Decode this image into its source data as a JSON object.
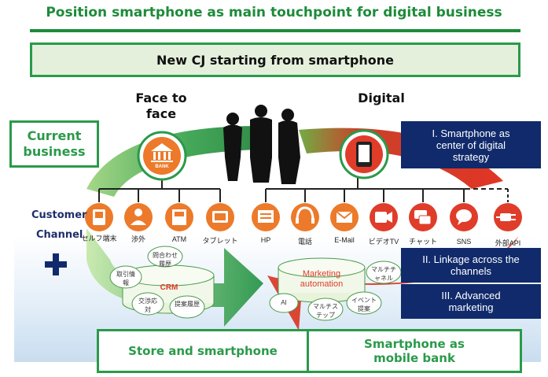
{
  "title": "Position smartphone as main touchpoint for digital business",
  "subtitle": "New CJ starting from smartphone",
  "current_business": "Current business",
  "face_to_face": "Face to face",
  "digital": "Digital",
  "customer": "Customer",
  "channel": "Channel",
  "bank_sign": "BANK",
  "strategy_boxes": [
    {
      "label": "I. Smartphone as center of digital strategy"
    },
    {
      "label": "II. Linkage across the channels"
    },
    {
      "label": "III. Advanced marketing"
    }
  ],
  "channels": [
    {
      "label": "セルフ端末",
      "icon": "kiosk-icon"
    },
    {
      "label": "渉外",
      "icon": "person-icon"
    },
    {
      "label": "ATM",
      "icon": "atm-icon"
    },
    {
      "label": "タブレット",
      "icon": "tablet-icon"
    },
    {
      "label": "HP",
      "icon": "webpage-icon"
    },
    {
      "label": "電話",
      "icon": "headset-icon"
    },
    {
      "label": "E-Mail",
      "icon": "mail-icon"
    },
    {
      "label": "ビデオTV",
      "icon": "video-icon"
    },
    {
      "label": "チャット",
      "icon": "chat-icon"
    },
    {
      "label": "SNS",
      "icon": "speech-bubble-icon"
    },
    {
      "label": "外部API",
      "icon": "plug-icon"
    }
  ],
  "crm": {
    "label": "CRM",
    "bubbles": [
      "問合わせ履歴",
      "取引情報",
      "交渉応対",
      "提案履歴"
    ]
  },
  "marketing": {
    "label": "Marketing automation",
    "bubbles": [
      "マルチチャネル",
      "AI",
      "マルチステップ",
      "イベント提案"
    ]
  },
  "bottom_left": "Store and smartphone",
  "bottom_right": "Smartphone as mobile bank",
  "colors": {
    "brand_green": "#2a9a4a",
    "navy": "#102a6b",
    "channel_orange": "#ec7a2a",
    "channel_red": "#e03c2a"
  }
}
